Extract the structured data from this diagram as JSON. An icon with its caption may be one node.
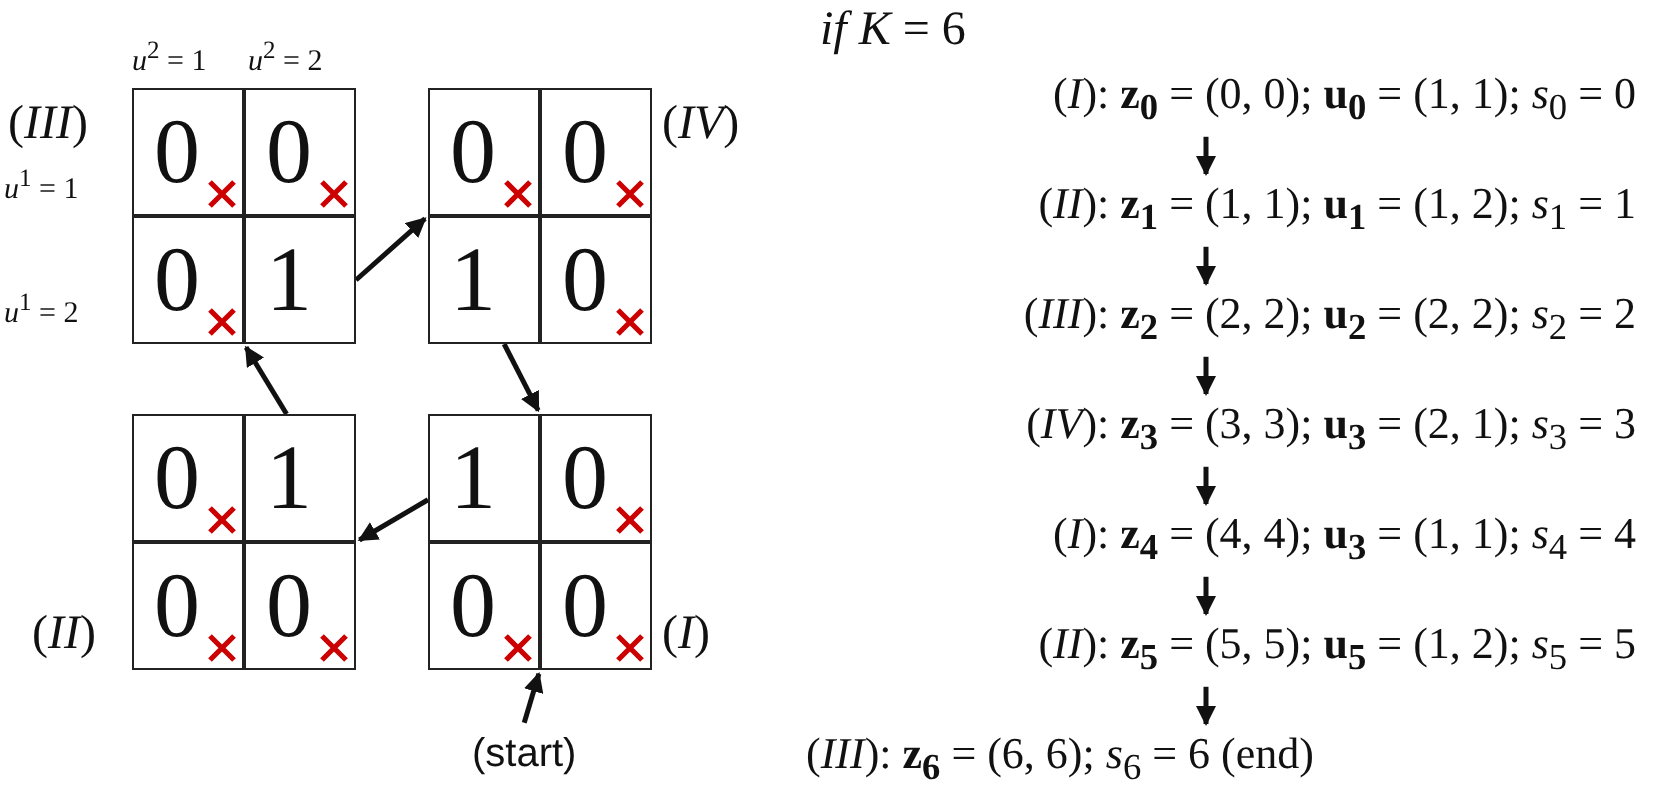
{
  "diagram": {
    "nodes": [
      {
        "text": [
          "(*III*)"
        ]
      },
      {
        "text": [
          "0"
        ],
        "in": 0
      },
      {
        "text": [
          "0"
        ],
        "in": 0
      },
      {
        "text": [
          "0"
        ],
        "in": 0
      },
      {
        "text": [
          "1"
        ],
        "in": 0
      },
      {
        "text": [
          "(*IV*)"
        ]
      },
      {
        "text": [
          "0"
        ],
        "in": 5
      },
      {
        "text": [
          "0"
        ],
        "in": 5
      },
      {
        "text": [
          "1"
        ],
        "in": 5
      },
      {
        "text": [
          "0"
        ],
        "in": 5
      },
      {
        "text": [
          "(*II*)"
        ]
      },
      {
        "text": [
          "0"
        ],
        "in": 10
      },
      {
        "text": [
          "1"
        ],
        "in": 10
      },
      {
        "text": [
          "0"
        ],
        "in": 10
      },
      {
        "text": [
          "0"
        ],
        "in": 10
      },
      {
        "text": [
          "(*I*)"
        ]
      },
      {
        "text": [
          "1"
        ],
        "in": 15
      },
      {
        "text": [
          "0"
        ],
        "in": 15
      },
      {
        "text": [
          "0"
        ],
        "in": 15
      },
      {
        "text": [
          "0"
        ],
        "in": 15
      },
      {
        "text": [
          "(start)"
        ]
      },
      {
        "text": [
          "(*I*): **z$_{0}$** = (0, 0); **u$_{0}$** = (1, 1); *s*$_{0}$ = 0"
        ]
      },
      {
        "text": [
          "(*II*): **z$_{1}$** = (1, 1); **u$_{1}$** = (1, 2); *s*$_{1}$ = 1"
        ]
      },
      {
        "text": [
          "(*III*): **z$_{2}$** = (2, 2); **u$_{2}$** = (2, 2); *s*$_{2}$ = 2"
        ]
      },
      {
        "text": [
          "(*IV*): **z$_{3}$** = (3, 3); **u$_{3}$** = (2, 1); *s*$_{3}$ = 3"
        ]
      },
      {
        "text": [
          "(*I*): **z$_{4}$** = (4, 4); **u$_{3}$** = (1, 1); *s*$_{4}$ = 4"
        ]
      },
      {
        "text": [
          "(*II*): **z$_{5}$** = (5, 5); **u$_{5}$** = (1, 2); *s*$_{5}$ = 5"
        ]
      },
      {
        "text": [
          "(*III*): **z$_{6}$** = (6, 6); *s*$_{6}$ = 6 (end)"
        ]
      }
    ],
    "edges": [
      {
        "from": 4,
        "to": 5,
        "arrow": "to"
      },
      {
        "from": 8,
        "to": 15,
        "arrow": "to"
      },
      {
        "from": 16,
        "to": 10,
        "arrow": "to"
      },
      {
        "from": 12,
        "to": 0,
        "arrow": "to"
      },
      {
        "from": 20,
        "to": 15,
        "arrow": "to"
      },
      {
        "from": 21,
        "to": 22,
        "arrow": "to"
      },
      {
        "from": 22,
        "to": 23,
        "arrow": "to"
      },
      {
        "from": 23,
        "to": 24,
        "arrow": "to"
      },
      {
        "from": 24,
        "to": 25,
        "arrow": "to"
      },
      {
        "from": 25,
        "to": 26,
        "arrow": "to"
      },
      {
        "from": 26,
        "to": 27,
        "arrow": "to"
      }
    ],
    "labels": [
      "*if K* = 6",
      "*u*$^{2}$ = 1",
      "*u*$^{2}$ = 2",
      "*u*$^{1}$ = 1",
      "*u*$^{1}$ = 2"
    ]
  }
}
